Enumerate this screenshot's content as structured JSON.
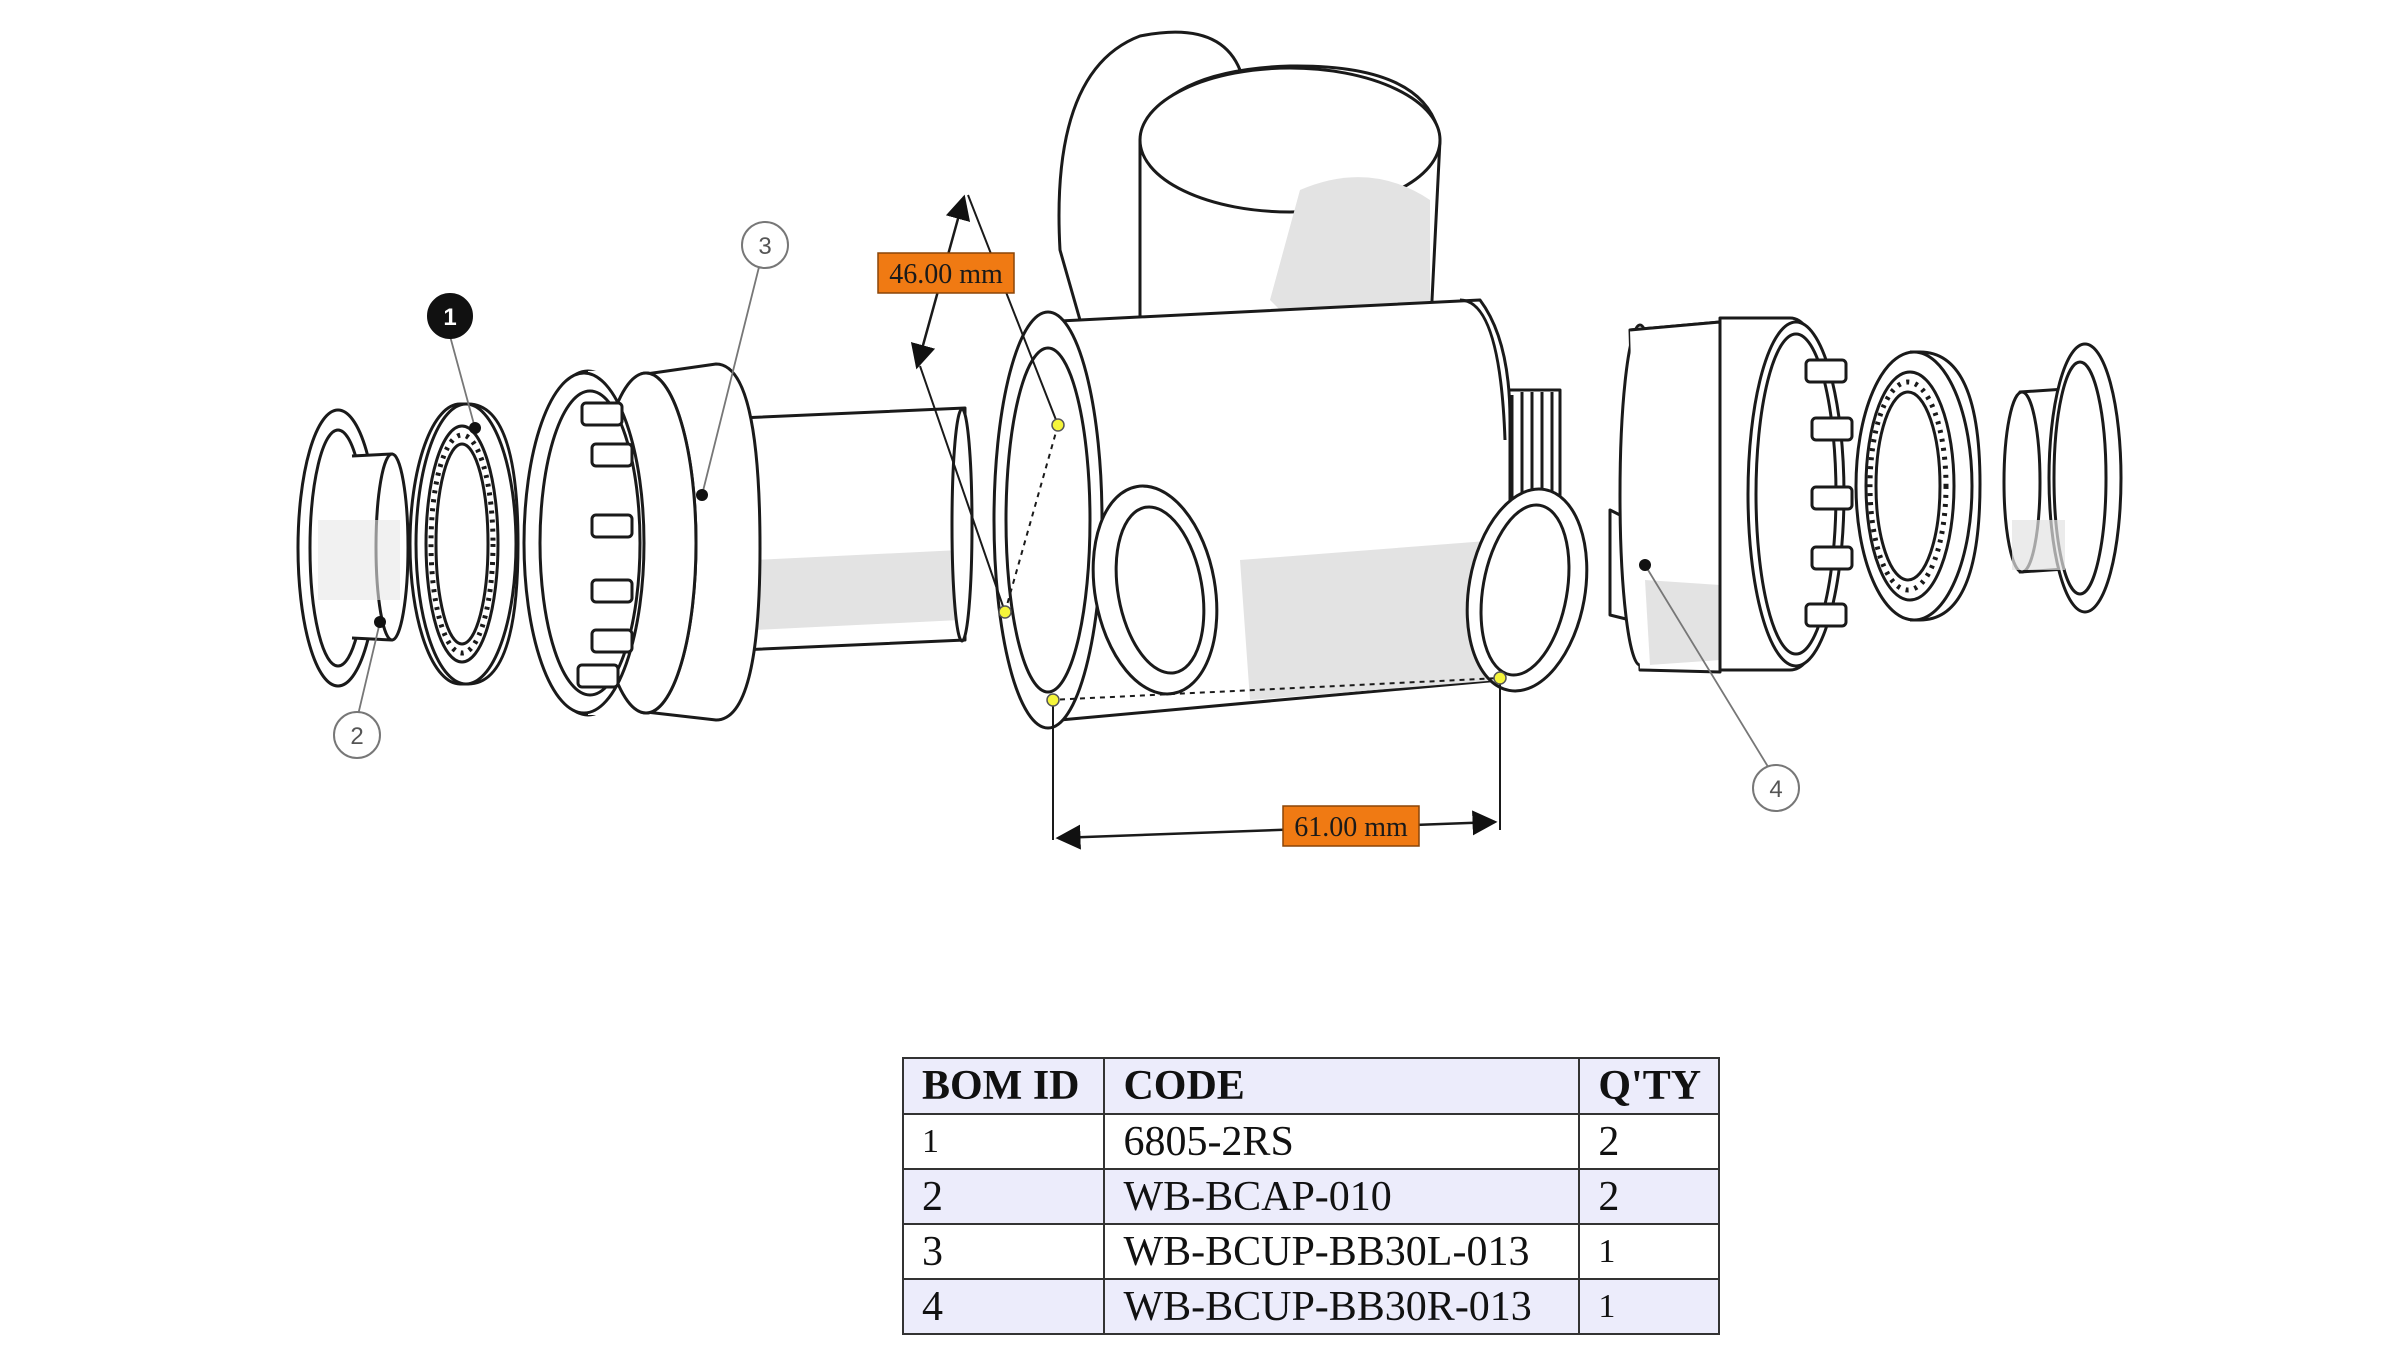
{
  "colors": {
    "dimension_label_bg": "#f07a13",
    "table_band": "#ececfb",
    "line": "#1a1a1a",
    "shade": "#e3e3e3",
    "pick_point": "#f5f53a"
  },
  "dimensions": {
    "angled": "46.00 mm",
    "horizontal": "61.00 mm"
  },
  "callouts": [
    {
      "id": "1",
      "style": "filled"
    },
    {
      "id": "2",
      "style": "outline"
    },
    {
      "id": "3",
      "style": "outline"
    },
    {
      "id": "4",
      "style": "outline"
    }
  ],
  "bom": {
    "headers": [
      "BOM ID",
      "CODE",
      "Q'TY"
    ],
    "rows": [
      {
        "id": "1",
        "code": "6805-2RS",
        "qty": "2"
      },
      {
        "id": "2",
        "code": "WB-BCAP-010",
        "qty": "2"
      },
      {
        "id": "3",
        "code": "WB-BCUP-BB30L-013",
        "qty": "1"
      },
      {
        "id": "4",
        "code": "WB-BCUP-BB30R-013",
        "qty": "1"
      }
    ]
  }
}
